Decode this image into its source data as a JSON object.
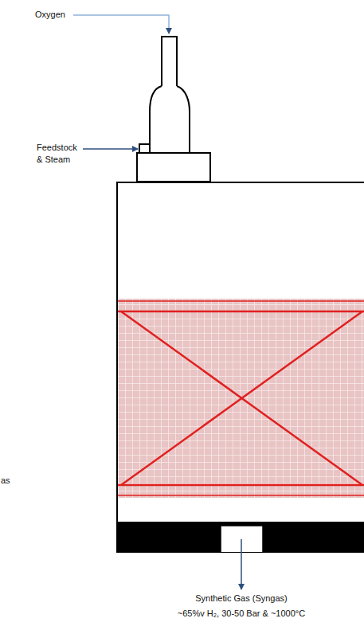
{
  "diagram": {
    "labels": [
      "Oxygen",
      "Feedstock & Steam",
      "as",
      "Synthetic Gas (Syngas)",
      "~65%v H₂, 30-50 Bar & ~1000°C"
    ]
  }
}
